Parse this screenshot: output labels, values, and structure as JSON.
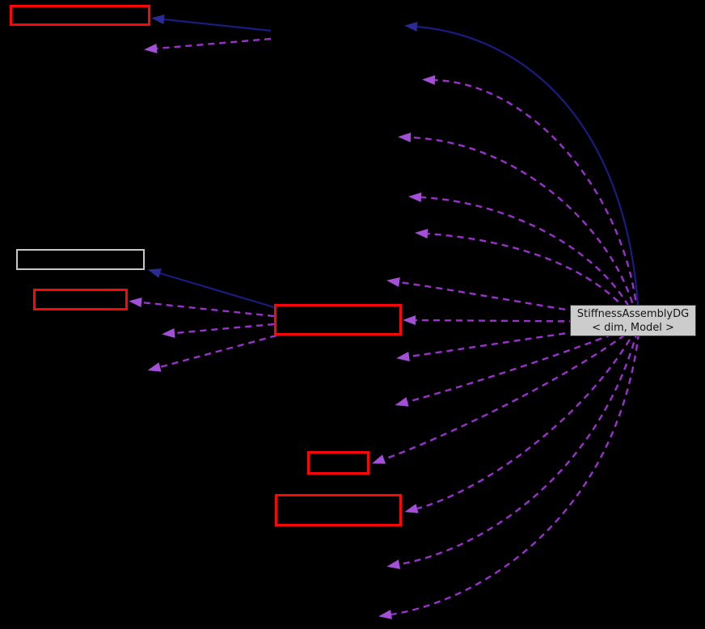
{
  "current_node": {
    "line1": "StiffnessAssemblyDG",
    "line2": "< dim, Model >"
  },
  "colors": {
    "bg": "#000000",
    "red": "#fb0708",
    "graybox-border": "#c8c8c8",
    "node-fill": "#cccccc",
    "node-border": "#3c3c3c",
    "node-text": "#141414",
    "purple": "#9932cc",
    "purple-head": "#a44fd8",
    "blue": "#1b1b80",
    "blue-head": "#2b2b96"
  },
  "legend": {
    "solid_blue_edge": "inheritance",
    "dashed_purple_edge": "usage"
  }
}
